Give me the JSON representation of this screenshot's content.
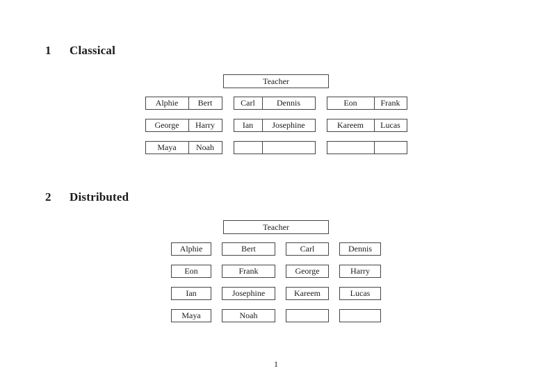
{
  "page": {
    "number": "1"
  },
  "classical": {
    "section_number": "1",
    "title": "Classical",
    "teacher_label": "Teacher",
    "tables": [
      {
        "rows": [
          [
            "Alphie",
            "Bert"
          ],
          [
            "George",
            "Harry"
          ],
          [
            "Maya",
            "Noah"
          ]
        ]
      },
      {
        "rows": [
          [
            "Carl",
            "Dennis"
          ],
          [
            "Ian",
            "Josephine"
          ],
          [
            "",
            ""
          ]
        ]
      },
      {
        "rows": [
          [
            "Eon",
            "Frank"
          ],
          [
            "Kareem",
            "Lucas"
          ],
          [
            "",
            ""
          ]
        ]
      }
    ]
  },
  "distributed": {
    "section_number": "2",
    "title": "Distributed",
    "teacher_label": "Teacher",
    "columns": [
      {
        "rows": [
          "Alphie",
          "Eon",
          "Ian",
          "Maya"
        ]
      },
      {
        "rows": [
          "Bert",
          "Frank",
          "Josephine",
          "Noah"
        ]
      },
      {
        "rows": [
          "Carl",
          "George",
          "Kareem",
          ""
        ]
      },
      {
        "rows": [
          "Dennis",
          "Harry",
          "Lucas",
          ""
        ]
      }
    ]
  }
}
